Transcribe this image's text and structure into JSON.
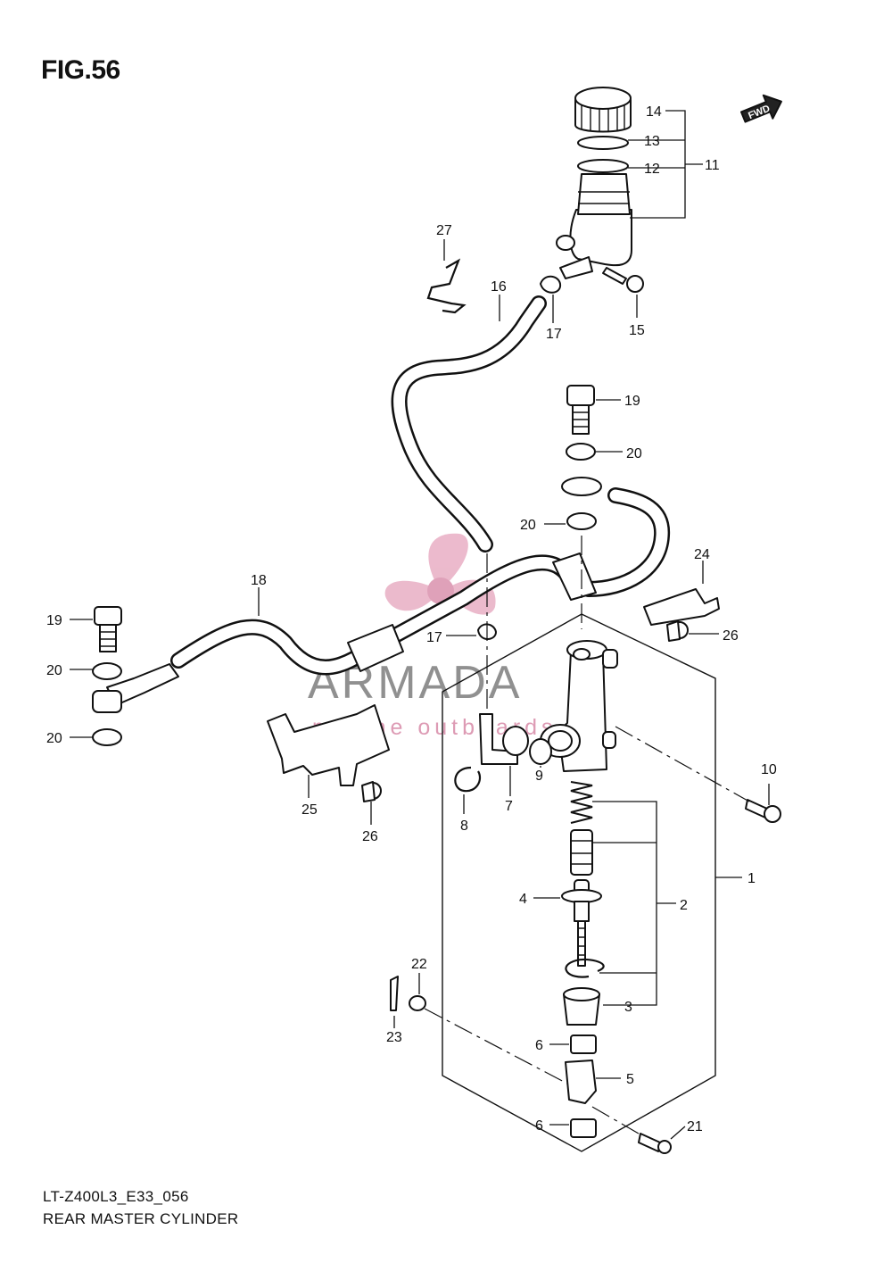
{
  "figure": {
    "title": "FIG.56",
    "code": "LT-Z400L3_E33_056",
    "name": "REAR MASTER CYLINDER",
    "fwd_label": "FWD"
  },
  "watermark": {
    "brand": "ARMADA",
    "tagline": "marine outboards",
    "color": "#d88aa8"
  },
  "callouts": {
    "p1": "1",
    "p2": "2",
    "p3": "3",
    "p4": "4",
    "p5": "5",
    "p6a": "6",
    "p6b": "6",
    "p7": "7",
    "p8": "8",
    "p9": "9",
    "p10": "10",
    "p11": "11",
    "p12": "12",
    "p13": "13",
    "p14": "14",
    "p15": "15",
    "p16": "16",
    "p17a": "17",
    "p17b": "17",
    "p18": "18",
    "p19a": "19",
    "p19b": "19",
    "p20a": "20",
    "p20b": "20",
    "p20c": "20",
    "p20d": "20",
    "p21": "21",
    "p22": "22",
    "p23": "23",
    "p24": "24",
    "p25": "25",
    "p26a": "26",
    "p26b": "26",
    "p27": "27"
  }
}
